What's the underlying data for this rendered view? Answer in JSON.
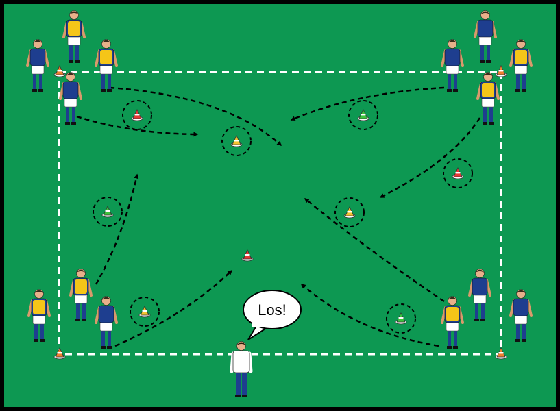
{
  "colors": {
    "field": "#0d9852",
    "border": "#000000",
    "boundary": "#ffffff",
    "arrow": "#000000",
    "bib": "#f5c518",
    "jersey": "#1e3e8f",
    "shorts": "#ffffff",
    "cone_red": "#e53935",
    "cone_yellow": "#f4c430",
    "cone_green": "#3cc43c",
    "cone_orange": "#f08030"
  },
  "speech_bubble": {
    "text": "Los!"
  },
  "icons": {
    "cone": "training-cone-icon",
    "player": "player-figure",
    "coach": "coach-figure",
    "bubble": "speech-bubble"
  }
}
